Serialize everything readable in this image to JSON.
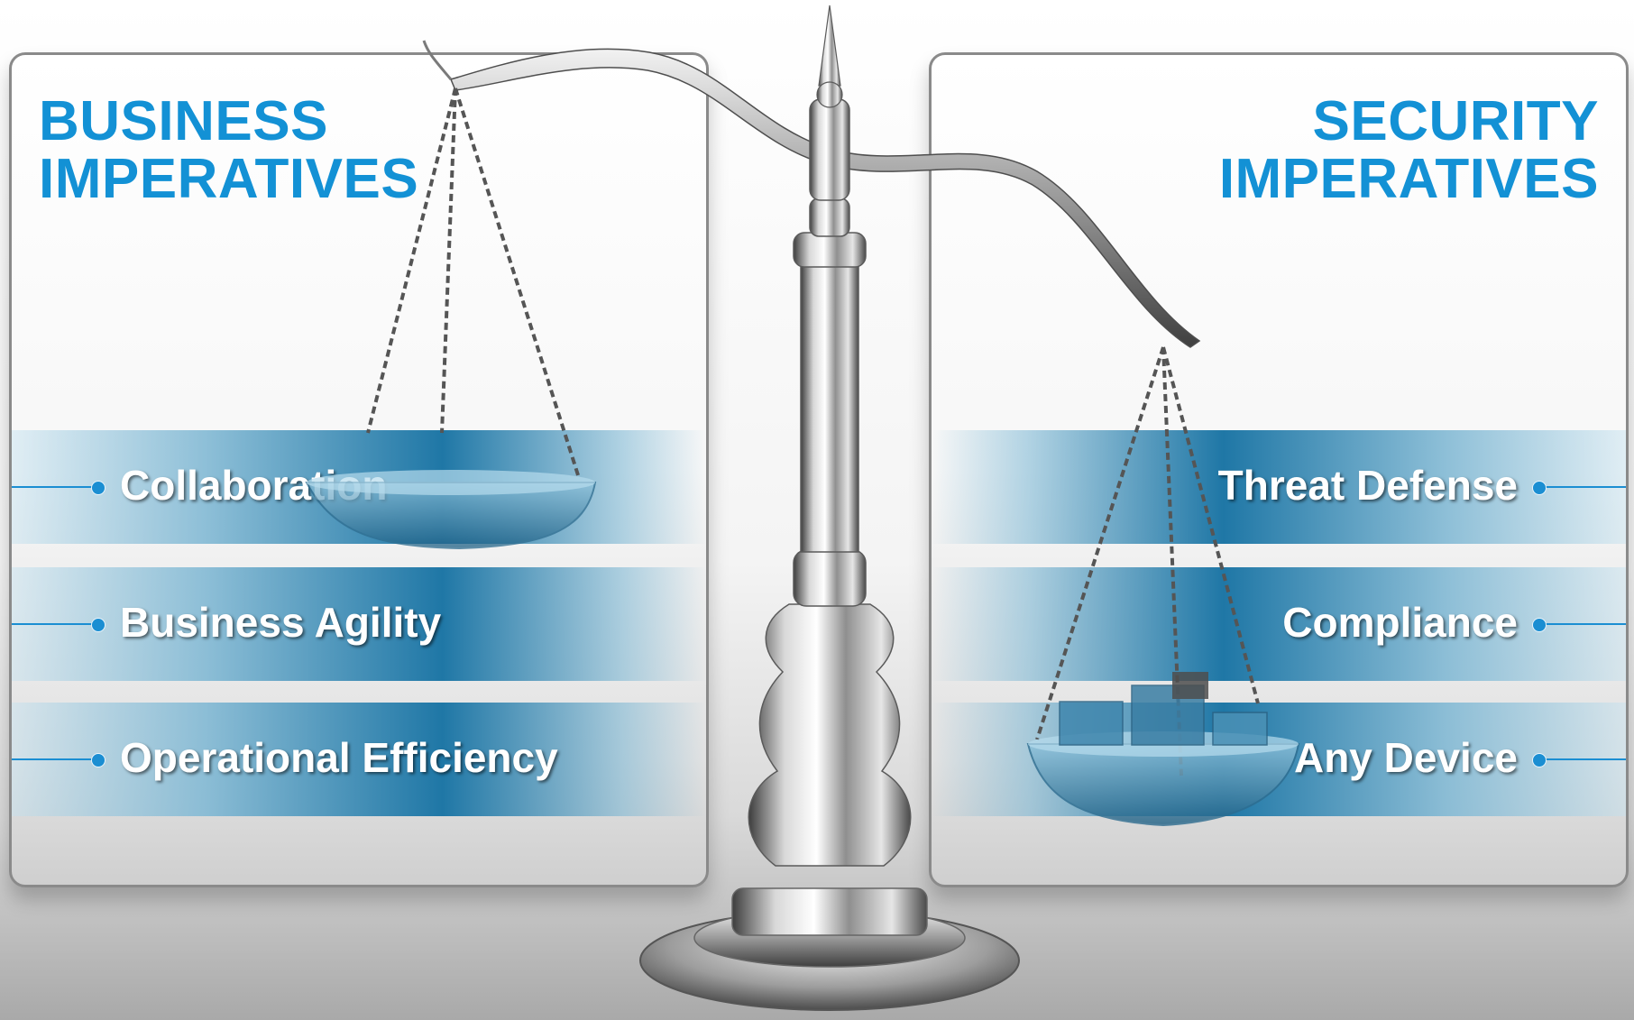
{
  "left_panel": {
    "title_line1": "BUSINESS",
    "title_line2": "IMPERATIVES",
    "items": [
      "Collaboration",
      "Business Agility",
      "Operational Efficiency"
    ]
  },
  "right_panel": {
    "title_line1": "SECURITY",
    "title_line2": "IMPERATIVES",
    "items": [
      "Threat Defense",
      "Compliance",
      "Any Device"
    ]
  },
  "colors": {
    "title_blue": "#1391d5",
    "band_blue": "#1f77a6",
    "connector_blue": "#1b8ed2"
  },
  "illustration": {
    "object": "balance-scale",
    "heavier_side": "right"
  }
}
